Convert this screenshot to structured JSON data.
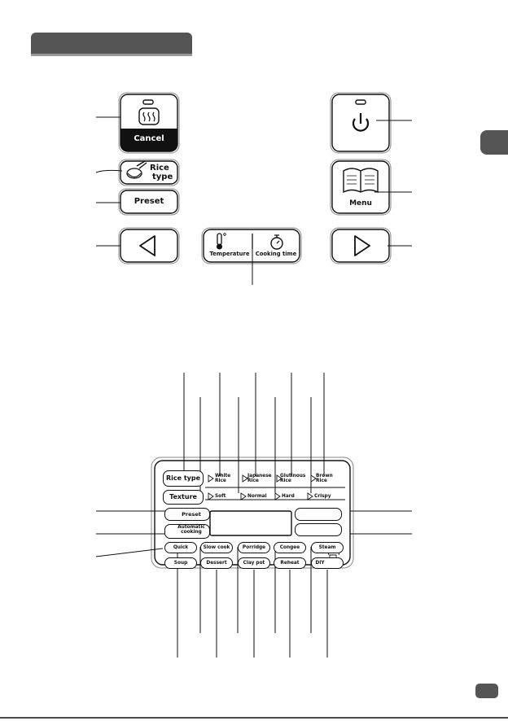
{
  "buttons": {
    "cancel": "Cancel",
    "rice_type": [
      "Rice",
      "type"
    ],
    "preset": "Preset",
    "menu": "Menu",
    "temperature": "Temperature",
    "cooking_time": "Cooking time"
  },
  "panel": {
    "rice_type": "Rice type",
    "texture": "Texture",
    "rice_options": [
      {
        "line1": "White",
        "line2": "Rice"
      },
      {
        "line1": "Japanese",
        "line2": "Rice"
      },
      {
        "line1": "Glutinous",
        "line2": "Rice"
      },
      {
        "line1": "Brown",
        "line2": "Rice"
      }
    ],
    "textures": [
      "Soft",
      "Normal",
      "Hard",
      "Crispy"
    ],
    "preset": "Preset",
    "auto_cooking": [
      "Automatic",
      "cooking"
    ],
    "menu_row1": [
      "Quick",
      "Slow cook",
      "Porridge",
      "Congee",
      "Steam"
    ],
    "menu_row2": [
      "Soup",
      "Dessert",
      "Clay pot",
      "Reheat",
      "DIY"
    ]
  }
}
